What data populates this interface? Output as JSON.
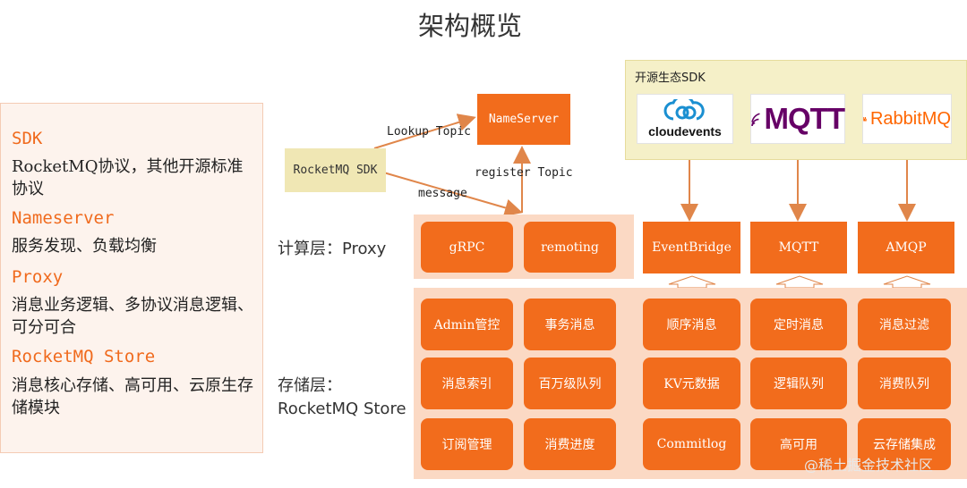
{
  "title": "架构概览",
  "left_panel": {
    "sections": [
      {
        "heading": "SDK",
        "text": "RocketMQ协议，其他开源标准协议"
      },
      {
        "heading": "Nameserver",
        "text": "服务发现、负载均衡"
      },
      {
        "heading": "Proxy",
        "text": "消息业务逻辑、多协议消息逻辑、可分可合"
      },
      {
        "heading": "RocketMQ Store",
        "text": "消息核心存储、高可用、云原生存储模块"
      }
    ]
  },
  "diagram": {
    "sdk_box": "RocketMQ SDK",
    "nameserver_box": "NameServer",
    "labels": {
      "lookup": "Lookup Topic",
      "register": "register Topic",
      "message": "message"
    },
    "compute_layer": "计算层：Proxy",
    "storage_layer_1": "存储层：",
    "storage_layer_2": "RocketMQ Store",
    "ecosystem": {
      "title": "开源生态SDK",
      "logos": {
        "cloudevents": "cloudevents",
        "mqtt": "MQTT",
        "rabbit": "RabbitMQ"
      }
    },
    "proxy_boxes": {
      "grpc": "gRPC",
      "remoting": "remoting",
      "eventbridge": "EventBridge",
      "mqtt": "MQTT",
      "amqp": "AMQP"
    },
    "store_boxes": {
      "admin": "Admin管控",
      "transaction": "事务消息",
      "ordered": "顺序消息",
      "scheduled": "定时消息",
      "filter": "消息过滤",
      "index": "消息索引",
      "million_queue": "百万级队列",
      "kv": "KV元数据",
      "logic_queue": "逻辑队列",
      "consume_queue": "消费队列",
      "subscription": "订阅管理",
      "progress": "消费进度",
      "commitlog": "Commitlog",
      "ha": "高可用",
      "cloud_storage": "云存储集成"
    }
  },
  "watermark": "@稀土掘金技术社区",
  "colors": {
    "accent": "#f26c1c",
    "light_accent": "#fbd9c4",
    "sdk_yellow": "#f0e7b4",
    "arrow": "#e0864a"
  }
}
